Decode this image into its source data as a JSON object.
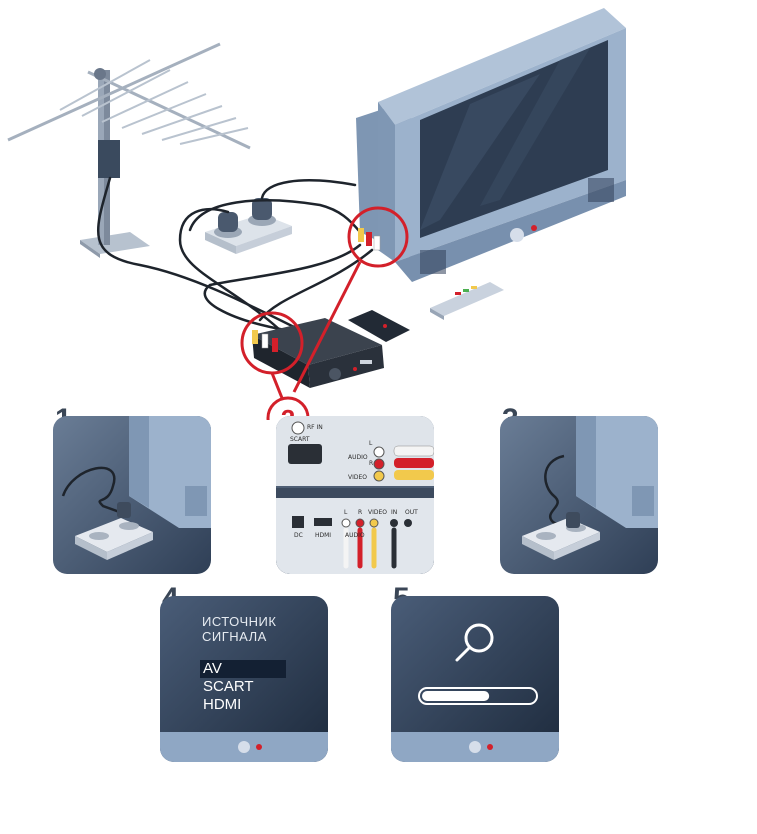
{
  "callout_number": "2",
  "steps": [
    "1",
    "3",
    "4",
    "5"
  ],
  "source_menu": {
    "title_line1": "ИСТОЧНИК",
    "title_line2": "СИГНАЛА",
    "options": [
      "AV",
      "SCART",
      "HDMI"
    ],
    "selected": "AV"
  },
  "tv_jacks": {
    "rf_in": "RF IN",
    "scart": "SCART",
    "audio": "AUDIO",
    "video": "VIDEO",
    "l": "L",
    "r": "R"
  },
  "box_jacks": {
    "dc": "DC",
    "hdmi": "HDMI",
    "l": "L",
    "r": "R",
    "video": "VIDEO",
    "in": "IN",
    "out": "OUT",
    "audio": "AUDIO"
  },
  "scan_progress": 0.6,
  "colors": {
    "tv_body": "#8fa7c4",
    "screen": "#2e3d52",
    "callout_red": "#d3202a",
    "panel_dark": "#2a3a52"
  },
  "icons": [
    "antenna-icon",
    "tv-icon",
    "set-top-box-icon",
    "remote-icon",
    "power-outlet-icon",
    "magnifier-icon"
  ]
}
